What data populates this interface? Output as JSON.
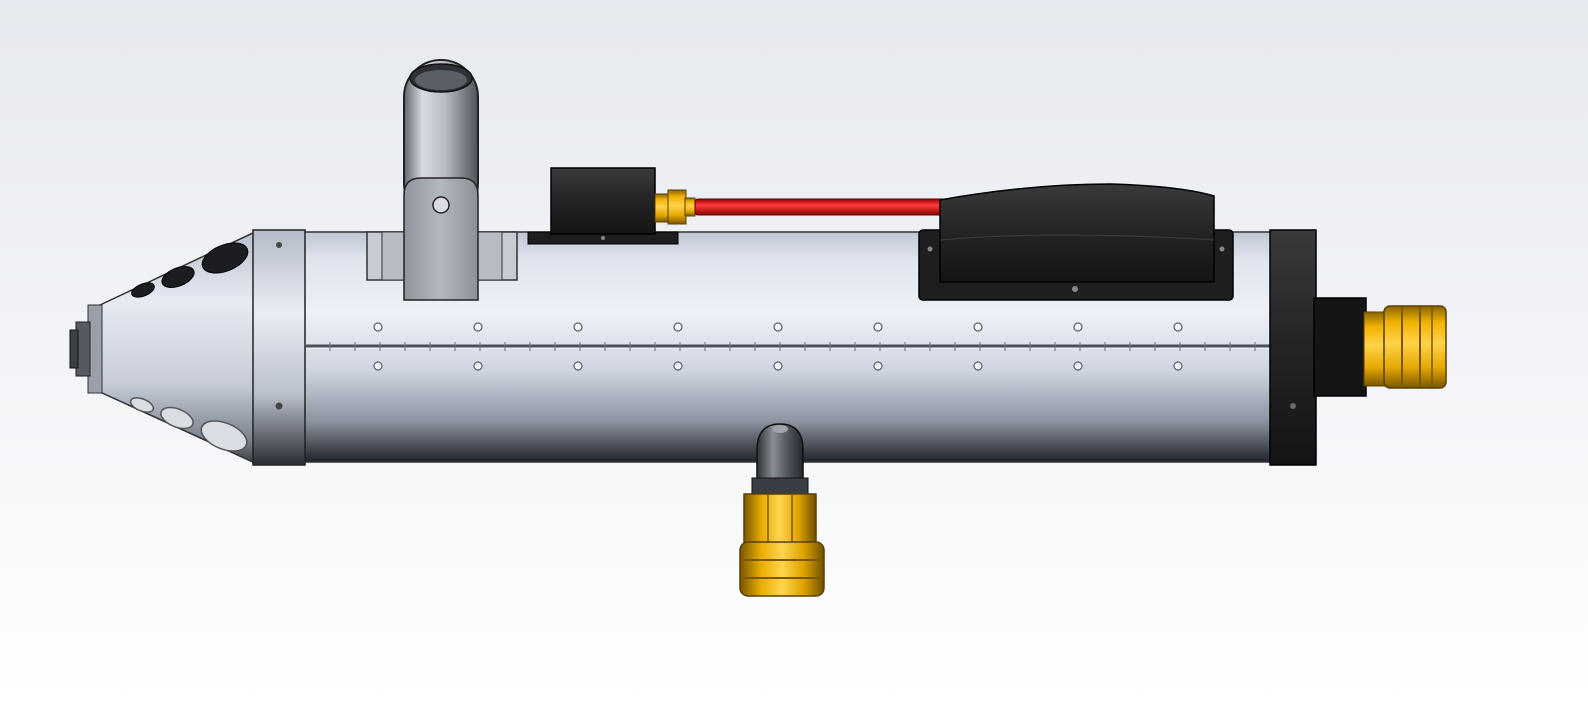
{
  "scene": {
    "subject": "cylindrical-tool-assembly-cad-render",
    "colors": {
      "background_top": "#e8ebf0",
      "background_bottom": "#ffffff",
      "body_metal": "#c9d0dc",
      "body_metal_light": "#eef1f7",
      "body_metal_dark": "#1c1f24",
      "black_part": "#222222",
      "red_tube": "#e41414",
      "brass": "#f2b300",
      "brass_dark": "#8a6200",
      "bracket_gray": "#a7acb5"
    },
    "parts": {
      "main_tube": "main-tube",
      "nose_cone": "nose-cone",
      "end_cap": "end-cap",
      "top_bracket": "top-bracket",
      "top_cylinder": "top-cylinder",
      "small_box": "small-box",
      "large_box": "large-box",
      "red_hose": "red-hose",
      "rear_coupler": "rear-coupler",
      "bottom_nozzle": "bottom-nozzle",
      "bottom_coupler": "bottom-coupler"
    }
  }
}
